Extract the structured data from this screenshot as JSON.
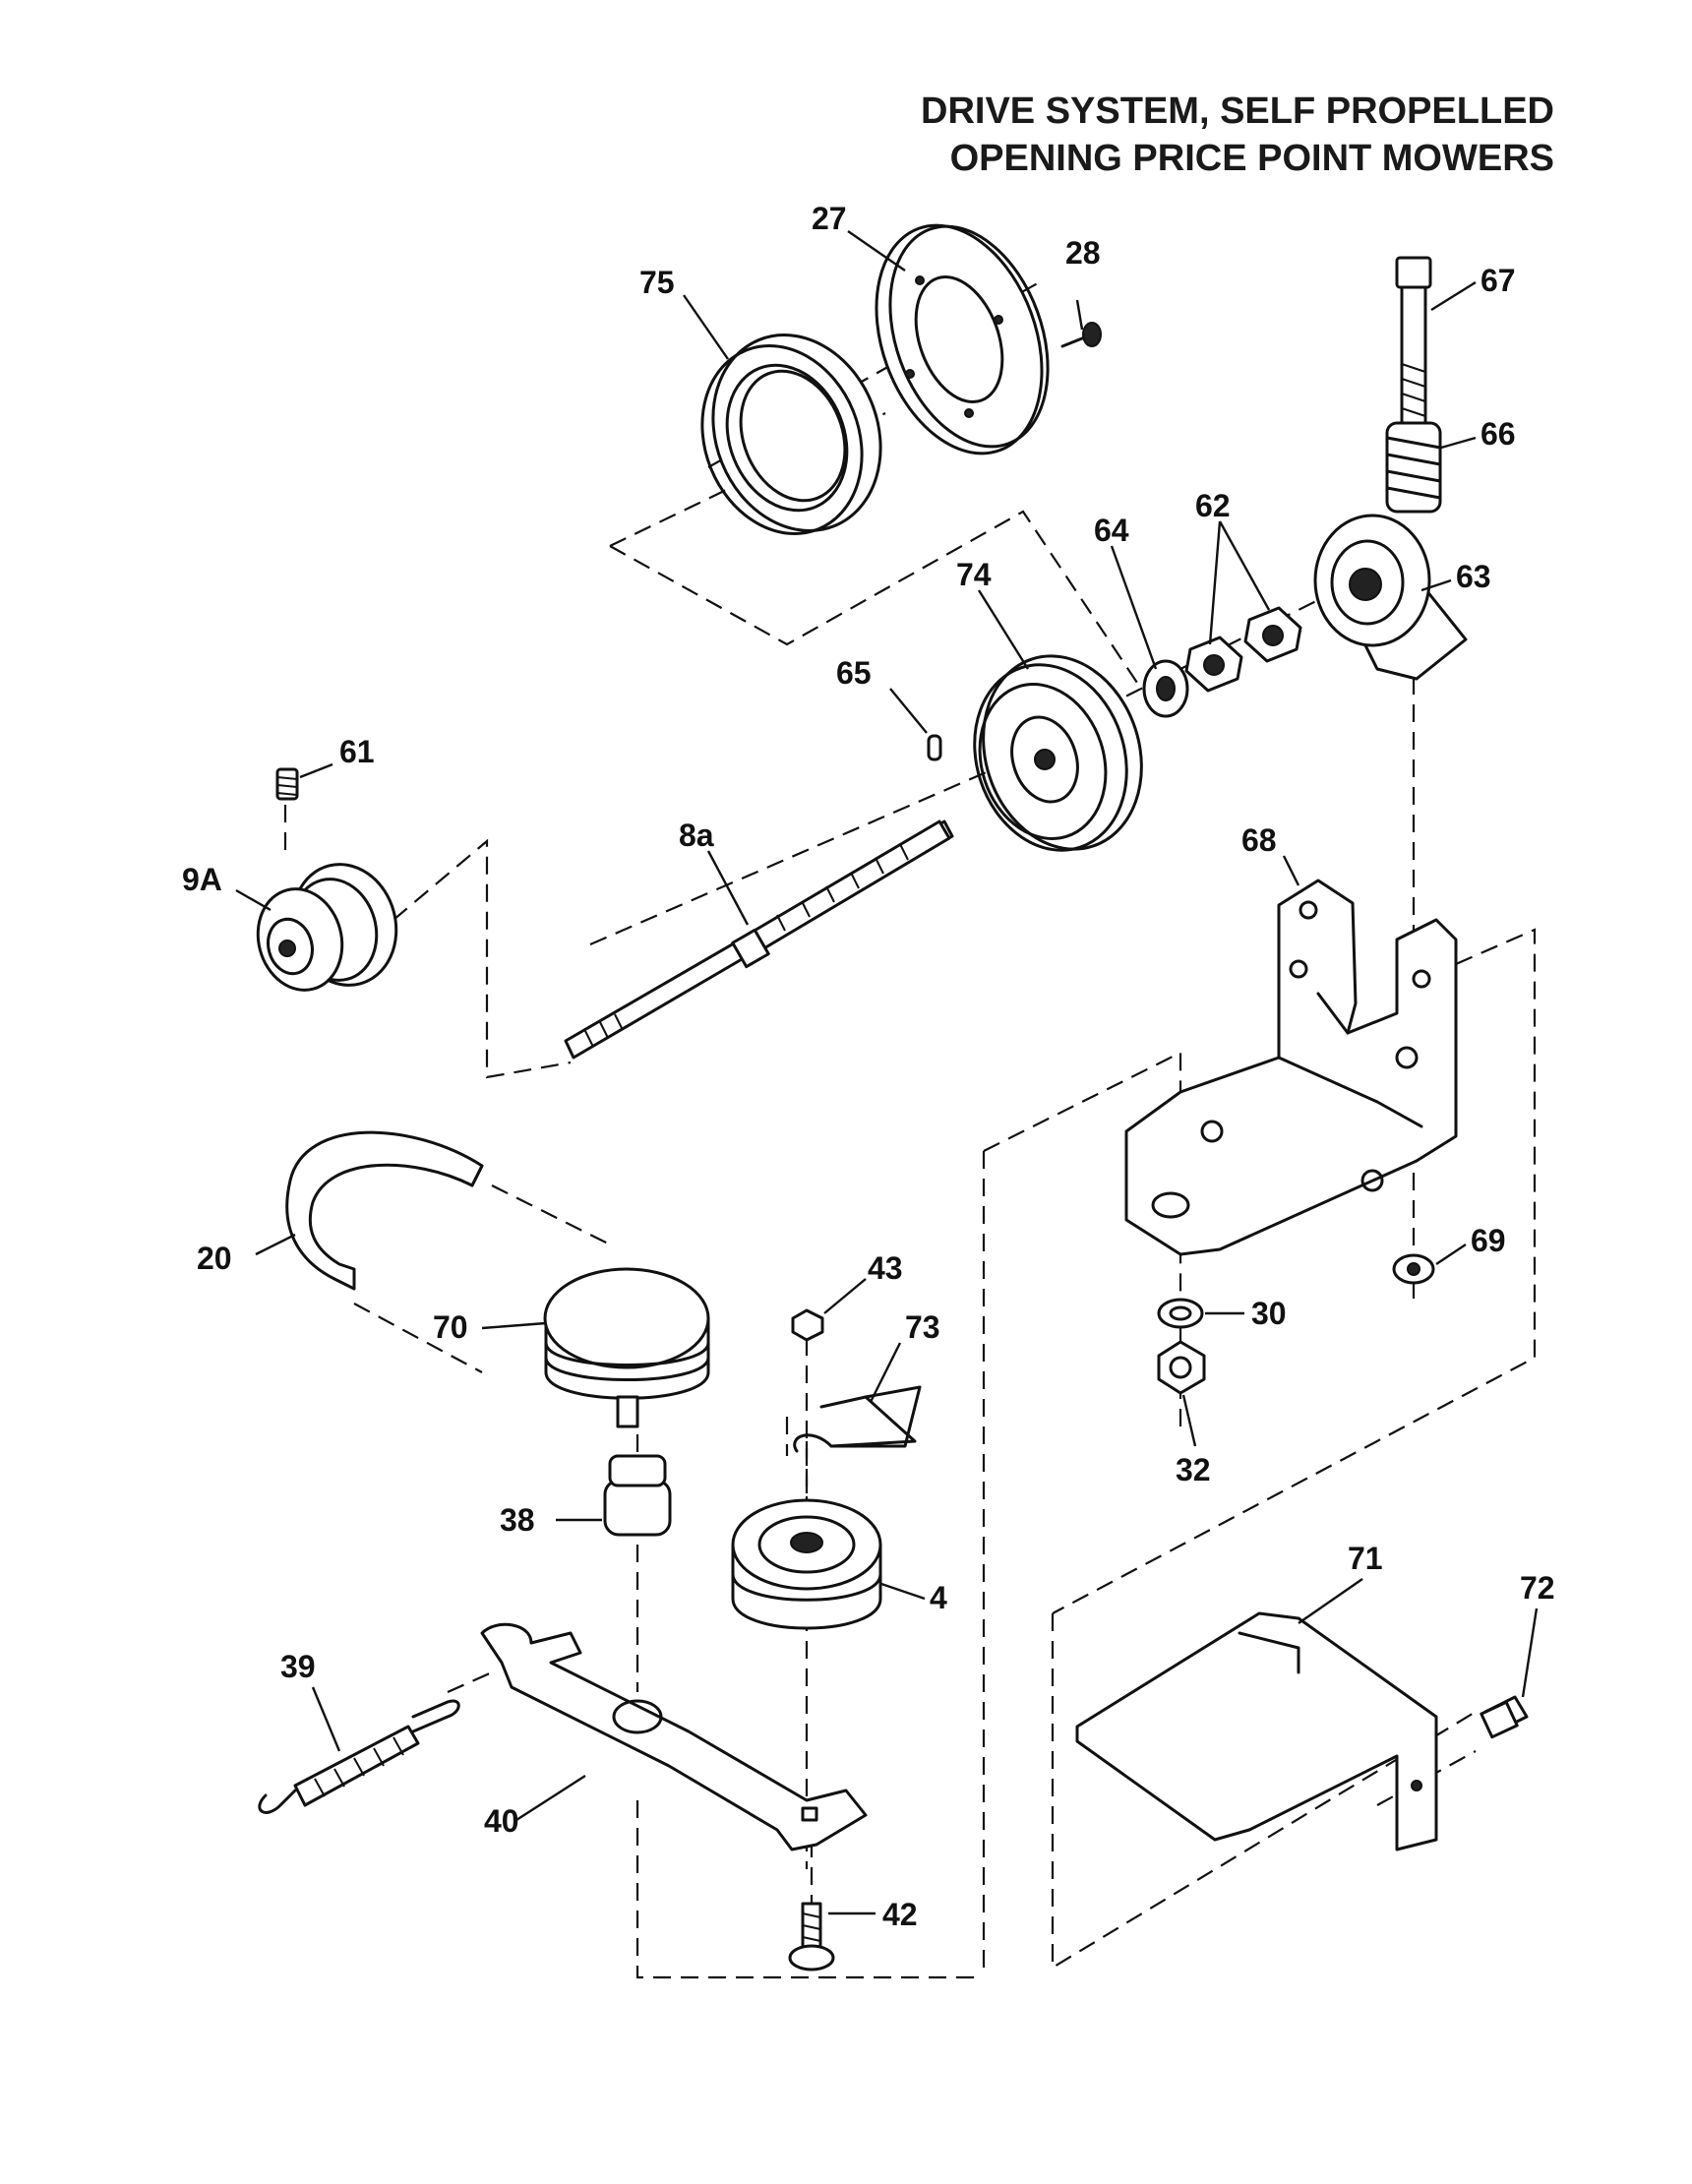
{
  "title": {
    "line1": "DRIVE SYSTEM, SELF PROPELLED",
    "line2": "OPENING PRICE POINT MOWERS"
  },
  "callouts": {
    "p27": "27",
    "p28": "28",
    "p75": "75",
    "p67": "67",
    "p66": "66",
    "p62": "62",
    "p64": "64",
    "p74": "74",
    "p63": "63",
    "p65": "65",
    "p61": "61",
    "p9a": "9A",
    "p8a": "8a",
    "p68": "68",
    "p20": "20",
    "p70": "70",
    "p43": "43",
    "p73": "73",
    "p69": "69",
    "p30": "30",
    "p32": "32",
    "p38": "38",
    "p4": "4",
    "p71": "71",
    "p72": "72",
    "p39": "39",
    "p40": "40",
    "p42": "42"
  }
}
